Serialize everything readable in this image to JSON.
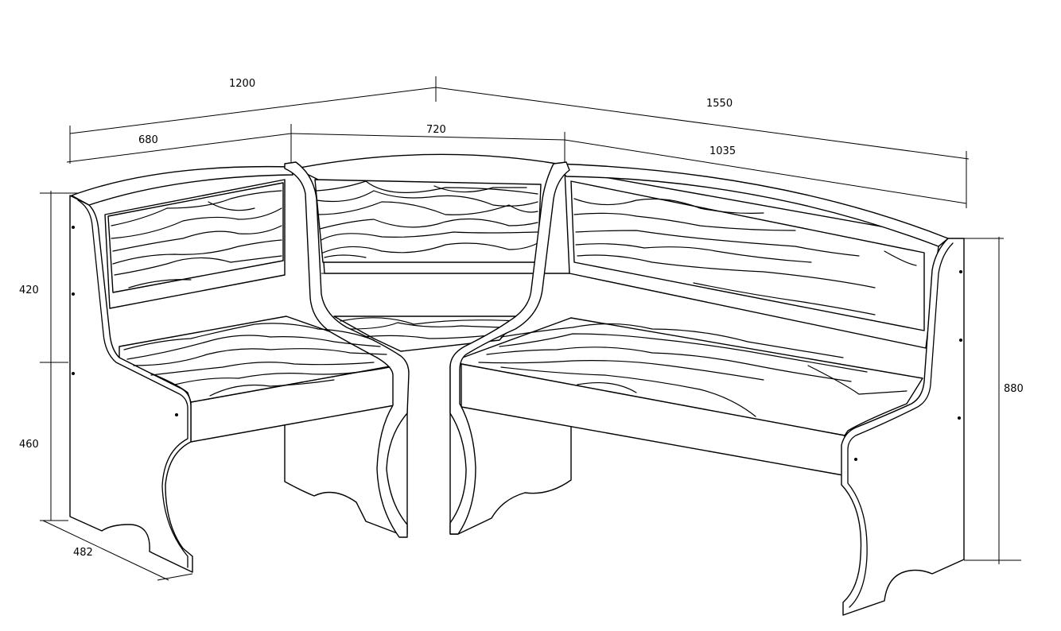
{
  "dimensions": {
    "total_left": "1200",
    "total_right": "1550",
    "left_section": "680",
    "middle_section": "720",
    "right_section": "1035",
    "back_height": "420",
    "seat_height": "460",
    "total_height": "880",
    "depth": "482"
  }
}
